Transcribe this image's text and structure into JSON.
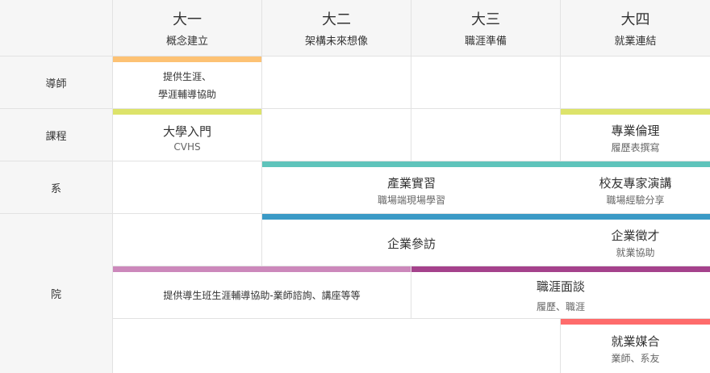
{
  "header": [
    {
      "year": "大一",
      "theme": "概念建立"
    },
    {
      "year": "大二",
      "theme": "架構未來想像"
    },
    {
      "year": "大三",
      "theme": "職涯準備"
    },
    {
      "year": "大四",
      "theme": "就業連結"
    }
  ],
  "rows": {
    "mentor": "導師",
    "course": "課程",
    "dept": "系",
    "college": "院"
  },
  "cells": {
    "mentor_y1": {
      "line1": "提供生涯、",
      "line2": "學涯輔導協助"
    },
    "course_y1": {
      "title": "大學入門",
      "sub": "CVHS"
    },
    "course_y4": {
      "title": "專業倫理",
      "sub": "履歷表撰寫"
    },
    "dept_internship": {
      "title": "產業實習",
      "sub": "職場端現場學習"
    },
    "dept_alumni": {
      "title": "校友專家演講",
      "sub": "職場經驗分享"
    },
    "college_visit": {
      "title": "企業參訪"
    },
    "college_recruit": {
      "title": "企業徵才",
      "sub": "就業協助"
    },
    "college_guidance": {
      "title": "提供導生班生涯輔導協助-業師諮詢、講座等等"
    },
    "college_interview": {
      "title": "職涯面談",
      "sub": "履歷、職涯"
    },
    "college_matching": {
      "title": "就業媒合",
      "sub": "業師、系友"
    }
  },
  "colors": {
    "orange": "#fdc274",
    "lime": "#dde36a",
    "teal": "#5fc4bb",
    "blue": "#3b9ac6",
    "pink": "#cc88bb",
    "purple": "#a5428c",
    "red": "#fe6b6b"
  }
}
